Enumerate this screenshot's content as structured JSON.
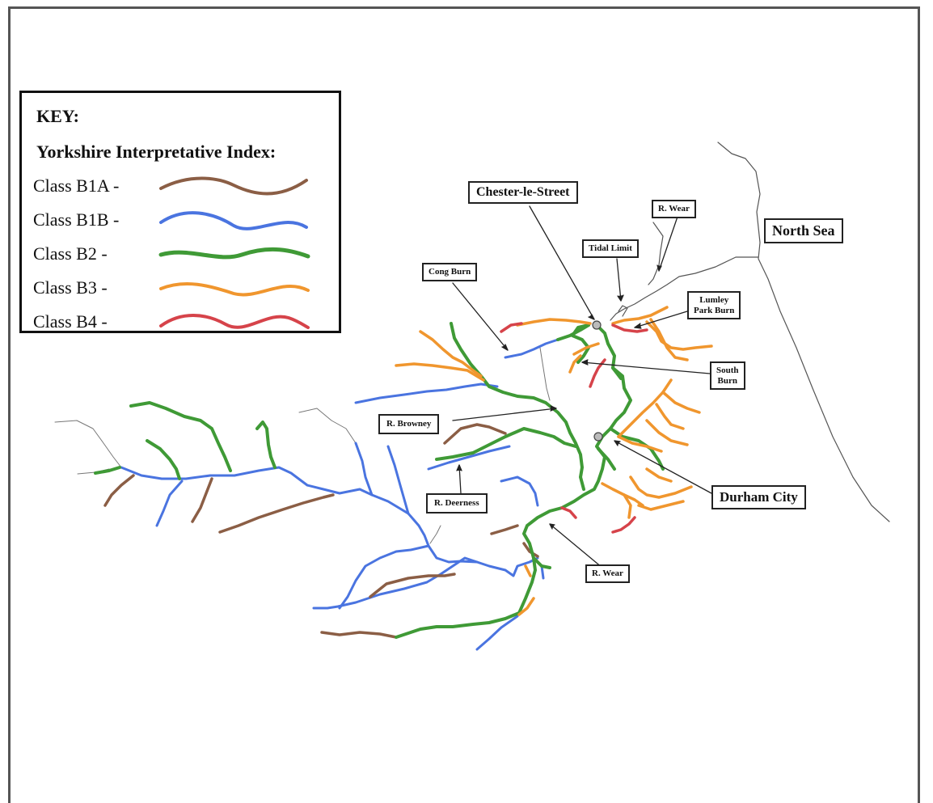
{
  "key": {
    "title": "KEY:",
    "subtitle": "Yorkshire Interpretative Index:",
    "classes": [
      {
        "label": "Class B1A -",
        "color": "#8b5e45"
      },
      {
        "label": "Class B1B -",
        "color": "#4a74e0"
      },
      {
        "label": "Class B2  -",
        "color": "#3f9a36"
      },
      {
        "label": "Class B3  -",
        "color": "#f0962e"
      },
      {
        "label": "Class B4  -",
        "color": "#d6434a"
      }
    ]
  },
  "labels": {
    "chester": "Chester-le-Street",
    "wear_top": "R. Wear",
    "tidal": "Tidal Limit",
    "north_sea": "North Sea",
    "cong_burn": "Cong Burn",
    "lumley_1": "Lumley",
    "lumley_2": "Park Burn",
    "south_1": "South",
    "south_2": "Burn",
    "browney": "R. Browney",
    "deerness": "R. Deerness",
    "durham": "Durham City",
    "wear_bottom": "R. Wear"
  }
}
